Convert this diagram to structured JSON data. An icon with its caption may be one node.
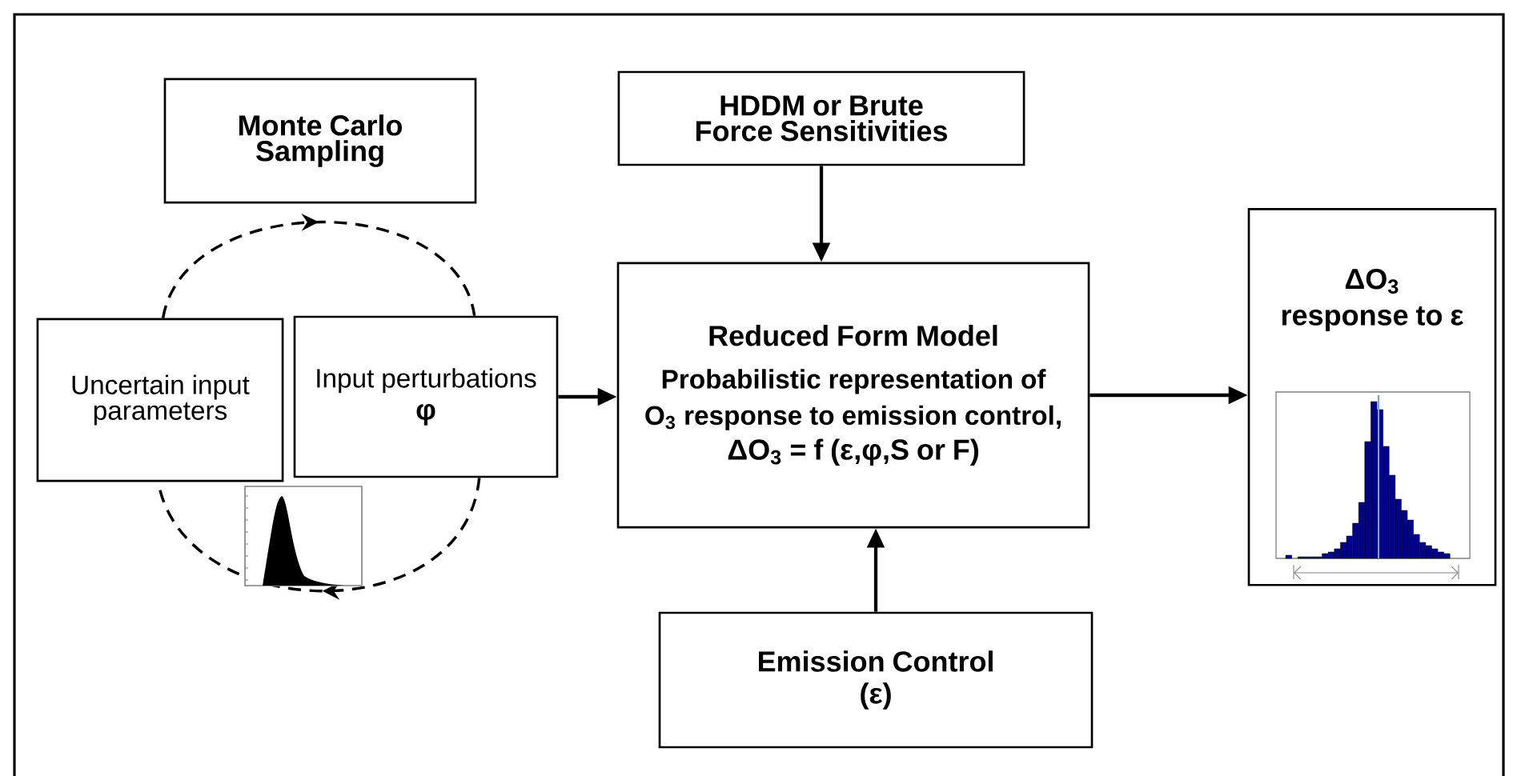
{
  "diagram": {
    "nodes": [
      {
        "text": [
          "Monte Carlo Sampling"
        ]
      },
      {
        "text": [
          "HDDM or Brute Force Sensitivities"
        ]
      },
      {
        "text": [
          "Uncertain input parameters"
        ]
      },
      {
        "text": [
          "Input perturbations",
          "φ"
        ]
      },
      {
        "text": [
          "Reduced Form Model",
          "Probabilistic representation of O$_{3}$ response to emission control,",
          "ΔO$_{3}$ = f (ε,φ,S or F)"
        ]
      },
      {
        "text": [
          "ΔO$_{3}$ response to ε"
        ]
      },
      {
        "text": [
          "Emission Control",
          "(ε)"
        ]
      }
    ],
    "edges": [
      {
        "from": 2,
        "to": 3,
        "arrow": "to",
        "style": "dashed"
      },
      {
        "from": 3,
        "to": 2,
        "arrow": "to",
        "style": "dashed"
      },
      {
        "from": 1,
        "to": 4,
        "arrow": "to"
      },
      {
        "from": 3,
        "to": 4,
        "arrow": "to"
      },
      {
        "from": 4,
        "to": 5,
        "arrow": "to"
      },
      {
        "from": 6,
        "to": 4,
        "arrow": "to"
      }
    ]
  }
}
